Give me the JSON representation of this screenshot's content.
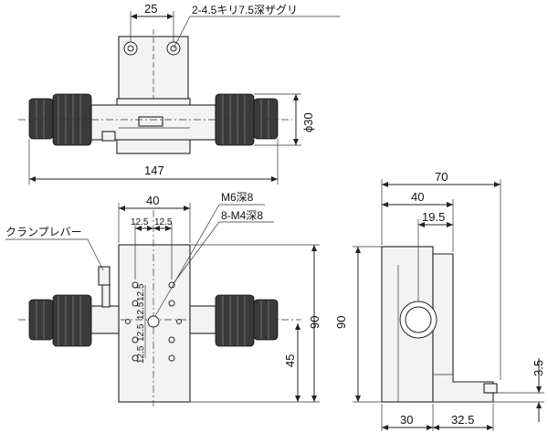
{
  "top_view": {
    "dim_width": "25",
    "dim_total": "147",
    "dim_diameter": "ϕ30",
    "note_holes": "2-4.5キリ7.5深ザグリ"
  },
  "front_view": {
    "dim_width": "40",
    "dim_pitch_left": "12.5",
    "dim_pitch_right": "12.5",
    "dim_height": "90",
    "dim_half": "45",
    "dim_vertical_1": "12.5",
    "dim_vertical_2": "12.5",
    "dim_vertical_3": "12.5",
    "dim_vertical_4": "12.5",
    "note_m6": "M6深8",
    "note_m4": "8-M4深8",
    "note_clamp": "クランプレバー"
  },
  "side_view": {
    "dim_total": "70",
    "dim_40": "40",
    "dim_19_5": "19.5",
    "dim_height": "90",
    "dim_3_5": "3.5",
    "dim_30": "30",
    "dim_32_5": "32.5"
  }
}
